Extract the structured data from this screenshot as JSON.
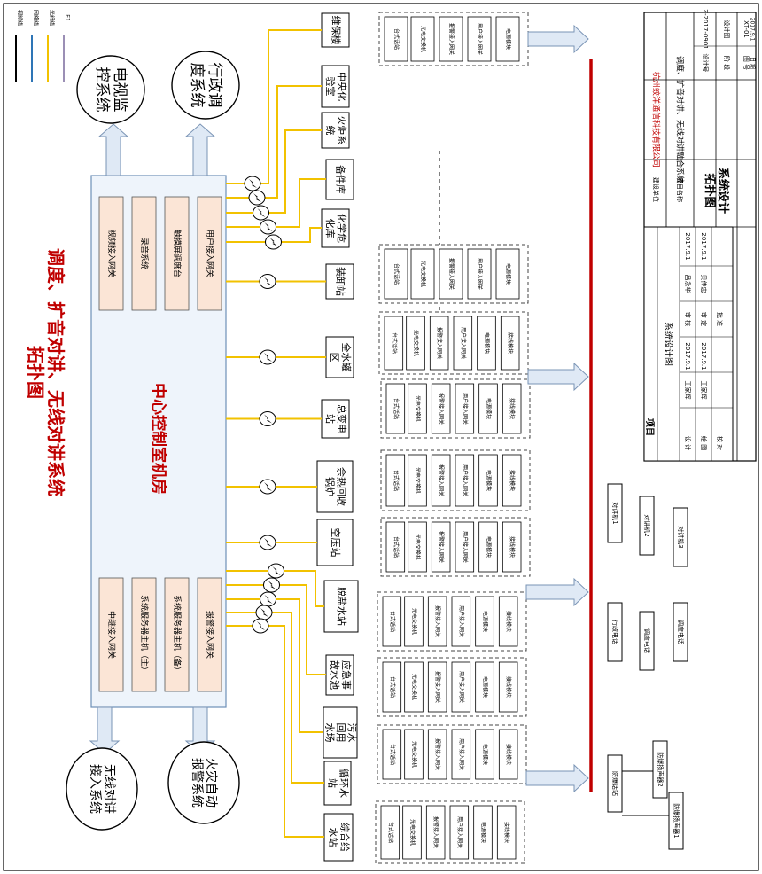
{
  "title_lines": [
    "调度、扩音对讲、无线对讲系统",
    "拓扑图"
  ],
  "center_room": "中心控制室机房",
  "top_modules": [
    "视频接入网关",
    "录音系统",
    "触摸屏调度台",
    "用户接入网关"
  ],
  "bottom_modules": [
    "中继接入网关",
    "系统服务器主机（主）",
    "系统服务器主机（备）",
    "报警接入网关"
  ],
  "ext_systems": {
    "cctv": [
      "电视监",
      "控系统"
    ],
    "admin": [
      "行政调",
      "度系统"
    ],
    "wireless": [
      "无线对讲",
      "接入系统"
    ],
    "fire_alarm": [
      "火灾自动",
      "报警系统"
    ]
  },
  "stations": [
    {
      "label": [
        "维保楼"
      ]
    },
    {
      "label": [
        "中央化",
        "验室"
      ]
    },
    {
      "label": [
        "火炬系",
        "统"
      ]
    },
    {
      "label": [
        "备件库"
      ]
    },
    {
      "label": [
        "化学危",
        "化库"
      ]
    },
    {
      "label": [
        "装卸站"
      ]
    },
    {
      "label": [
        "全水罐",
        "区"
      ]
    },
    {
      "label": [
        "总变电",
        "站"
      ]
    },
    {
      "label": [
        "余热回收",
        "锅炉"
      ]
    },
    {
      "label": [
        "空压站"
      ]
    },
    {
      "label": [
        "脱盐水站"
      ]
    },
    {
      "label": [
        "应急事",
        "故水池"
      ]
    },
    {
      "label": [
        "污水",
        "回用",
        "水场"
      ]
    },
    {
      "label": [
        "循环水",
        "站"
      ]
    },
    {
      "label": [
        "综合给",
        "水站"
      ]
    }
  ],
  "panel_items_6": [
    "台式话站",
    "光电交换机",
    "报警接入网关",
    "用户接入网关",
    "电源模块",
    "接线模块"
  ],
  "panel_items_5": [
    "台式话站",
    "光电交换机",
    "报警接入网关",
    "用户接入网关",
    "电源模块"
  ],
  "phones": [
    "行政电话",
    "调度电话",
    "调度电话"
  ],
  "intercoms": [
    "对讲机1",
    "对讲机2",
    "对讲机3"
  ],
  "explosion": {
    "station": "防爆话站",
    "speakers": [
      "防爆扬声器1",
      "防爆扬声器2"
    ]
  },
  "legend": [
    "视频线",
    "网络线",
    "光纤线",
    "E1"
  ],
  "legend_colors": [
    "#000000",
    "#2e75b6",
    "#f2c200",
    "#9b8fb5"
  ],
  "colors": {
    "bus": "#c00000",
    "fiber": "#f2c200",
    "center_fill": "#eef4fb",
    "module_fill": "#fbe5d6",
    "arrow_fill": "#dfe9f5"
  },
  "title_block": {
    "company": "杭州蛟洋通信科技有限公司",
    "build_unit_label": "建设单位",
    "project_name_label": "项目名称",
    "project_name": "调度、扩音对讲、无线对讲融合系统",
    "drawing_name": [
      "系统设计",
      "拓扑图"
    ],
    "design_no_label": "设计号",
    "design_no": "Z-2017-0901",
    "stage_label": "阶 段",
    "stage": "设计图",
    "sheet_label": "图 号",
    "sheet": "XT-01",
    "date_label": "日 期",
    "date": "2017.9.1",
    "item_label": "项目",
    "system_design_label": "系统设计图",
    "rows": [
      {
        "role": "设 计",
        "name": "王家辉",
        "date": "2017.9.1",
        "role2": "审 核",
        "name2": "",
        "date2": "2017.9.1"
      },
      {
        "role": "绘 图",
        "name": "王家辉",
        "date": "2017.9.1",
        "role2": "审 定",
        "name2": "贝传忠",
        "date2": "2017.9.1"
      },
      {
        "role": "校 对",
        "name": "",
        "date": "",
        "role2": "批 准",
        "name2": "",
        "date2": ""
      }
    ],
    "reviewer": "吕永华"
  }
}
